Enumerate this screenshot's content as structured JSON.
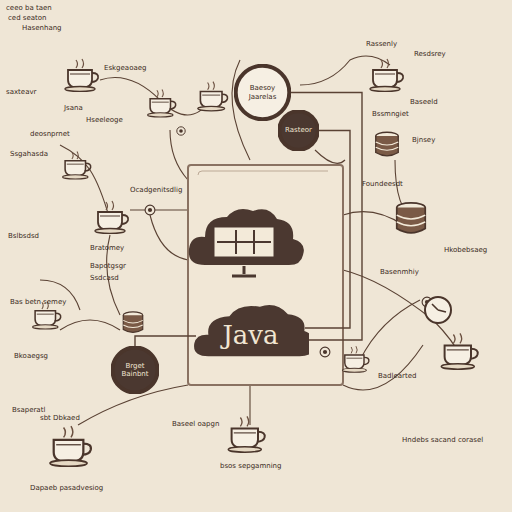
{
  "diagram": {
    "nodes": [
      {
        "text": [
          "Java"
        ]
      },
      {
        "text": [
          "Baesoy Jaarelas"
        ]
      },
      {
        "text": [
          "Rasteor"
        ]
      },
      {
        "text": [
          "Brget Bainbnt"
        ]
      }
    ],
    "edges": [
      {
        "from": 0,
        "to": 1,
        "arrow": "none"
      },
      {
        "from": 0,
        "to": 2,
        "arrow": "none"
      },
      {
        "from": 0,
        "to": 3,
        "arrow": "none"
      }
    ],
    "labels": [
      "ceeo ba taen",
      "ced seaton",
      "Hasenhang",
      "Eskgeaoaeg",
      "Resdsrey",
      "Rassenly",
      "Baseeld",
      "saxteavr",
      "Jsana",
      "Hseeleoge",
      "deosnprnet",
      "Bssmngiet",
      "Ssgahasda",
      "Bjnsey",
      "Ocadgenitsdlig",
      "Foundeesdt",
      "Bratomey",
      "Bslbsdsd",
      "Hkobebsaeg",
      "Bapotgsgr",
      "Ssdcasd",
      "Bas betn semey",
      "Bkoaegsg",
      "Basenmhiy",
      "Badlearted",
      "Bsaperatl",
      "Baseel oapgn",
      "Hndebs sacand corasel",
      "sbt Dbkaed",
      "bsos sepgamning",
      "Dapaeb pasadvesiog"
    ]
  }
}
